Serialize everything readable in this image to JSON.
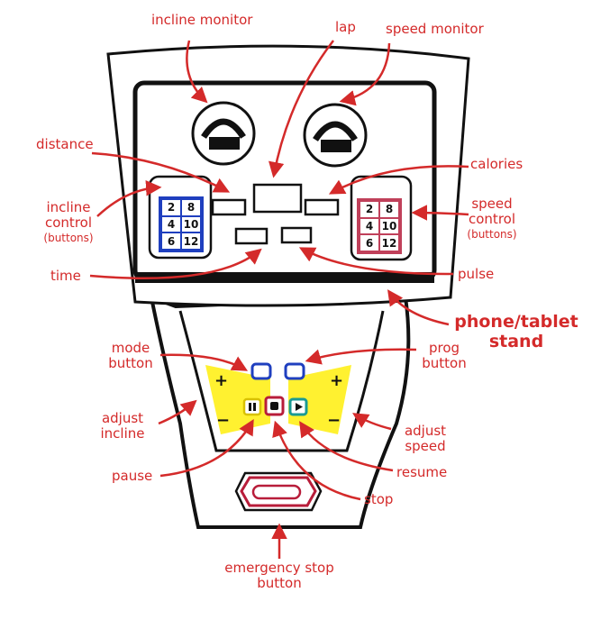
{
  "labels": {
    "incline_monitor": "incline monitor",
    "lap": "lap",
    "speed_monitor": "speed monitor",
    "distance": "distance",
    "calories": "calories",
    "incline_control": [
      "incline",
      "control",
      "(buttons)"
    ],
    "speed_control": [
      "speed",
      "control",
      "(buttons)"
    ],
    "time": "time",
    "pulse": "pulse",
    "phone_stand": [
      "phone/tablet",
      "stand"
    ],
    "mode_button": [
      "mode",
      "button"
    ],
    "prog_button": [
      "prog",
      "button"
    ],
    "adjust_incline": [
      "adjust",
      "incline"
    ],
    "adjust_speed": [
      "adjust",
      "speed"
    ],
    "pause": "pause",
    "resume": "resume",
    "stop": "stop",
    "emergency_stop": [
      "emergency stop",
      "button"
    ]
  },
  "keypads": {
    "incline": [
      "2",
      "8",
      "4",
      "10",
      "6",
      "12"
    ],
    "speed": [
      "2",
      "8",
      "4",
      "10",
      "6",
      "12"
    ]
  },
  "adjust": {
    "plus": "+",
    "minus": "−"
  },
  "colors": {
    "annotation": "#d42a2a",
    "outline": "#111111",
    "incline_keypad": "#1f3fbf",
    "speed_keypad": "#c0405a",
    "adjust_pad": "#ffef1a",
    "pause_button": "#d8c100",
    "stop_button": "#b81d3a",
    "resume_button": "#1a9a93",
    "mode_prog_buttons": "#1f3fbf",
    "emergency_button": "#b81d3a"
  }
}
